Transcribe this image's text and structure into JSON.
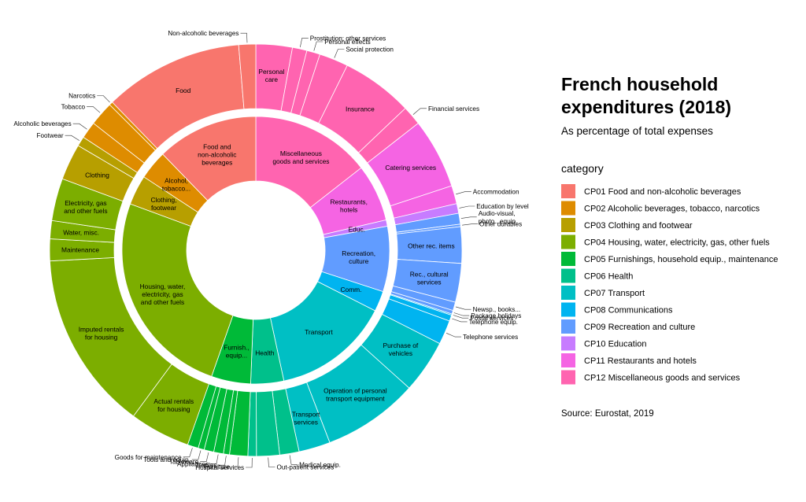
{
  "chart_data": {
    "type": "sunburst",
    "title": "French household expenditures (2018)",
    "subtitle": "As percentage of total expenses",
    "legend_title": "category",
    "source": "Source: Eurostat, 2019",
    "legend": [
      {
        "code": "CP01",
        "label": "CP01 Food and non-alcoholic beverages",
        "color": "#F8766D"
      },
      {
        "code": "CP02",
        "label": "CP02 Alcoholic beverages, tobacco, narcotics",
        "color": "#DE8C00"
      },
      {
        "code": "CP03",
        "label": "CP03 Clothing and footwear",
        "color": "#B79F00"
      },
      {
        "code": "CP04",
        "label": "CP04 Housing, water, electricity, gas, other fuels",
        "color": "#7CAE00"
      },
      {
        "code": "CP05",
        "label": "CP05 Furnishings, household equip., maintenance",
        "color": "#00BA38"
      },
      {
        "code": "CP06",
        "label": " CP06 Health",
        "color": "#00C08B"
      },
      {
        "code": "CP07",
        "label": "CP07 Transport",
        "color": "#00BFC4"
      },
      {
        "code": "CP08",
        "label": "CP08 Communications",
        "color": "#00B4F0"
      },
      {
        "code": "CP09",
        "label": "CP09 Recreation and culture",
        "color": "#619CFF"
      },
      {
        "code": "CP10",
        "label": "CP10 Education",
        "color": "#C77CFF"
      },
      {
        "code": "CP11",
        "label": "CP11 Restaurants and hotels",
        "color": "#F564E3"
      },
      {
        "code": "CP12",
        "label": "CP12 Miscellaneous goods and services",
        "color": "#FF64B0"
      }
    ],
    "categories": [
      {
        "code": "CP12",
        "label": "Miscellaneous\ngoods and services",
        "value": 15.2,
        "subcategories": [
          {
            "label": "Personal\ncare",
            "value": 3.0,
            "placement": "inside"
          },
          {
            "label": "Prostitution; other services",
            "value": 1.2,
            "placement": "outside"
          },
          {
            "label": "Personal effects",
            "value": 1.1,
            "placement": "outside"
          },
          {
            "label": "Social protection",
            "value": 2.4,
            "placement": "outside"
          },
          {
            "label": "Insurance",
            "value": 5.9,
            "placement": "inside"
          },
          {
            "label": "Financial services",
            "value": 1.6,
            "placement": "outside"
          }
        ]
      },
      {
        "code": "CP11",
        "label": "Restaurants,\nhotels",
        "value": 7.3,
        "subcategories": [
          {
            "label": "Catering services",
            "value": 5.8,
            "placement": "inside"
          },
          {
            "label": "Accommodation",
            "value": 1.5,
            "placement": "outside"
          }
        ]
      },
      {
        "code": "CP10",
        "label": "Educ.",
        "value": 0.8,
        "subcategories": [
          {
            "label": "Education by level",
            "value": 0.8,
            "placement": "outside"
          }
        ]
      },
      {
        "code": "CP09",
        "label": "Recreation,\nculture",
        "value": 8.3,
        "subcategories": [
          {
            "label": "Audio-visual,\nphoto.. equip.",
            "value": 0.9,
            "placement": "outside"
          },
          {
            "label": "Other durables",
            "value": 0.2,
            "placement": "outside"
          },
          {
            "label": "Other rec. items",
            "value": 3.0,
            "placement": "inside"
          },
          {
            "label": "Rec., cultural\nservices",
            "value": 3.2,
            "placement": "inside"
          },
          {
            "label": "Newsp., books...",
            "value": 0.7,
            "placement": "outside"
          },
          {
            "label": "Package holidays",
            "value": 0.3,
            "placement": "outside"
          }
        ]
      },
      {
        "code": "CP08",
        "label": "Comm.",
        "value": 2.6,
        "subcategories": [
          {
            "label": "Postal services",
            "value": 0.1,
            "placement": "outside"
          },
          {
            "label": "Telephone equip.",
            "value": 0.5,
            "placement": "outside"
          },
          {
            "label": "Telephone services",
            "value": 2.0,
            "placement": "outside"
          }
        ]
      },
      {
        "code": "CP07",
        "label": "Transport",
        "value": 14.9,
        "subcategories": [
          {
            "label": "Purchase of\nvehicles",
            "value": 4.4,
            "placement": "inside"
          },
          {
            "label": "Operation of personal\ntransport equipment",
            "value": 7.9,
            "placement": "inside"
          },
          {
            "label": "Transport\nservices",
            "value": 2.6,
            "placement": "inside"
          }
        ]
      },
      {
        "code": "CP06",
        "label": "Health",
        "value": 4.2,
        "subcategories": [
          {
            "label": "Medical equip.",
            "value": 1.6,
            "placement": "outside"
          },
          {
            "label": "Out-patient services",
            "value": 1.9,
            "placement": "outside"
          },
          {
            "label": "Hospital services",
            "value": 0.7,
            "placement": "outside"
          }
        ]
      },
      {
        "code": "CP05",
        "label": "Furnish.,\nequip...",
        "value": 5.0,
        "subcategories": [
          {
            "label": "Furniture",
            "value": 1.5,
            "placement": "outside"
          },
          {
            "label": "Textiles",
            "value": 0.5,
            "placement": "outside"
          },
          {
            "label": "Appliances",
            "value": 0.8,
            "placement": "outside"
          },
          {
            "label": "Tableware",
            "value": 0.8,
            "placement": "outside"
          },
          {
            "label": "Tools and equip.",
            "value": 0.5,
            "placement": "outside"
          },
          {
            "label": "Goods for maintenance",
            "value": 0.9,
            "placement": "outside"
          }
        ]
      },
      {
        "code": "CP04",
        "label": "Housing, water,\nelectricity, gas\nand other fuels",
        "value": 26.6,
        "subcategories": [
          {
            "label": "Actual rentals\nfor housing",
            "value": 5.0,
            "placement": "inside"
          },
          {
            "label": "Imputed rentals\nfor housing",
            "value": 14.8,
            "placement": "inside"
          },
          {
            "label": "Maintenance",
            "value": 1.8,
            "placement": "inside"
          },
          {
            "label": "Water, misc.",
            "value": 1.5,
            "placement": "inside"
          },
          {
            "label": "Electricity, gas\nand other fuels",
            "value": 3.5,
            "placement": "inside"
          }
        ]
      },
      {
        "code": "CP03",
        "label": "Clothing,\nfootwear",
        "value": 3.8,
        "subcategories": [
          {
            "label": "Clothing",
            "value": 3.0,
            "placement": "inside"
          },
          {
            "label": "Footwear",
            "value": 0.8,
            "placement": "outside"
          }
        ]
      },
      {
        "code": "CP02",
        "label": "Alcohol,\ntobacco...",
        "value": 3.7,
        "subcategories": [
          {
            "label": "Alcoholic beverages",
            "value": 1.4,
            "placement": "outside"
          },
          {
            "label": "Tobacco",
            "value": 2.0,
            "placement": "outside"
          },
          {
            "label": "Narcotics",
            "value": 0.3,
            "placement": "outside"
          }
        ]
      },
      {
        "code": "CP01",
        "label": "Food and\nnon-alcoholic\nbeverages",
        "value": 12.9,
        "subcategories": [
          {
            "label": "Food",
            "value": 11.5,
            "placement": "inside"
          },
          {
            "label": "Non-alcoholic beverages",
            "value": 1.4,
            "placement": "outside"
          }
        ]
      }
    ]
  }
}
